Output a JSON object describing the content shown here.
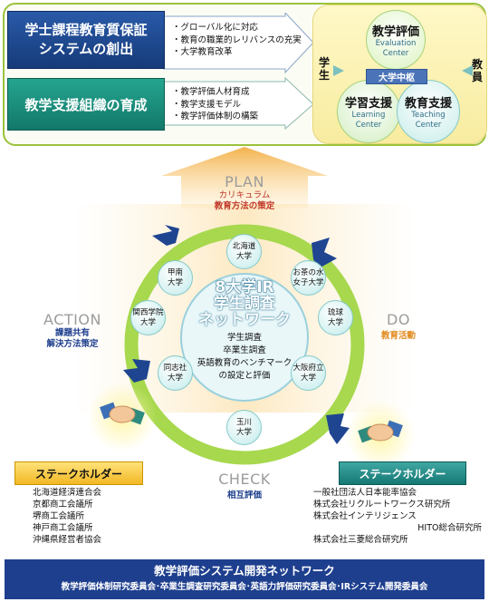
{
  "top": {
    "box1": {
      "line1": "学士課程教育質保証",
      "line2": "システムの創出"
    },
    "box1_bullets": [
      "グローバル化に対応",
      "教育の職業的レリバンスの充実",
      "大学教育改革"
    ],
    "box2": {
      "label": "教学支援組織の育成"
    },
    "box2_bullets": [
      "教学評価人材育成",
      "教学支援モデル",
      "教学評価体制の構築"
    ]
  },
  "panel": {
    "student": "学生",
    "faculty": "教員",
    "hub": "大学中枢",
    "eval": {
      "jp": "教学評価",
      "en1": "Evaluation",
      "en2": "Center"
    },
    "learn": {
      "jp": "学習支援",
      "en1": "Learning",
      "en2": "Center"
    },
    "teach": {
      "jp": "教育支援",
      "en1": "Teaching",
      "en2": "Center"
    }
  },
  "cycle": {
    "plan": {
      "title": "PLAN",
      "sub1": "カリキュラム",
      "sub2": "教育方法の策定"
    },
    "do": {
      "title": "DO",
      "sub1": "教育活動"
    },
    "check": {
      "title": "CHECK",
      "sub1": "相互評価"
    },
    "action": {
      "title": "ACTION",
      "sub1": "課題共有",
      "sub2": "解決方法策定"
    }
  },
  "center": {
    "title1": "8大学IR",
    "title2": "学生調査",
    "title3": "ネットワーク",
    "items": [
      "学生調査",
      "卒業生調査",
      "英語教育のベンチマーク",
      "の設定と評価"
    ]
  },
  "universities": [
    {
      "l1": "北海道",
      "l2": "大学"
    },
    {
      "l1": "お茶の水",
      "l2": "女子大学"
    },
    {
      "l1": "琉球",
      "l2": "大学"
    },
    {
      "l1": "大阪府立",
      "l2": "大学"
    },
    {
      "l1": "玉川",
      "l2": "大学"
    },
    {
      "l1": "同志社",
      "l2": "大学"
    },
    {
      "l1": "関西学院",
      "l2": "大学"
    },
    {
      "l1": "甲南",
      "l2": "大学"
    }
  ],
  "stakeholders_left": {
    "label": "ステークホルダー",
    "items": [
      "北海道経済連合会",
      "京都商工会議所",
      "堺商工会議所",
      "神戸商工会議所",
      "沖縄県経営者協会"
    ]
  },
  "stakeholders_right": {
    "label": "ステークホルダー",
    "items": [
      "一般社団法人日本能率協会",
      "株式会社リクルートワークス研究所",
      "株式会社インテリジェンス",
      "HITO総合研究所",
      "株式会社三菱総合研究所"
    ]
  },
  "bottom": {
    "title": "教学評価システム開発ネットワーク",
    "sub": "教学評価体制研究委員会･卒業生調査研究委員会･英語力評価研究委員会･IRシステム開発委員会"
  },
  "colors": {
    "navy": "#1e3f8e",
    "teal": "#13786a",
    "ring": "#a7d84e",
    "orange": "#f3b24d",
    "gold": "#f2b824"
  }
}
